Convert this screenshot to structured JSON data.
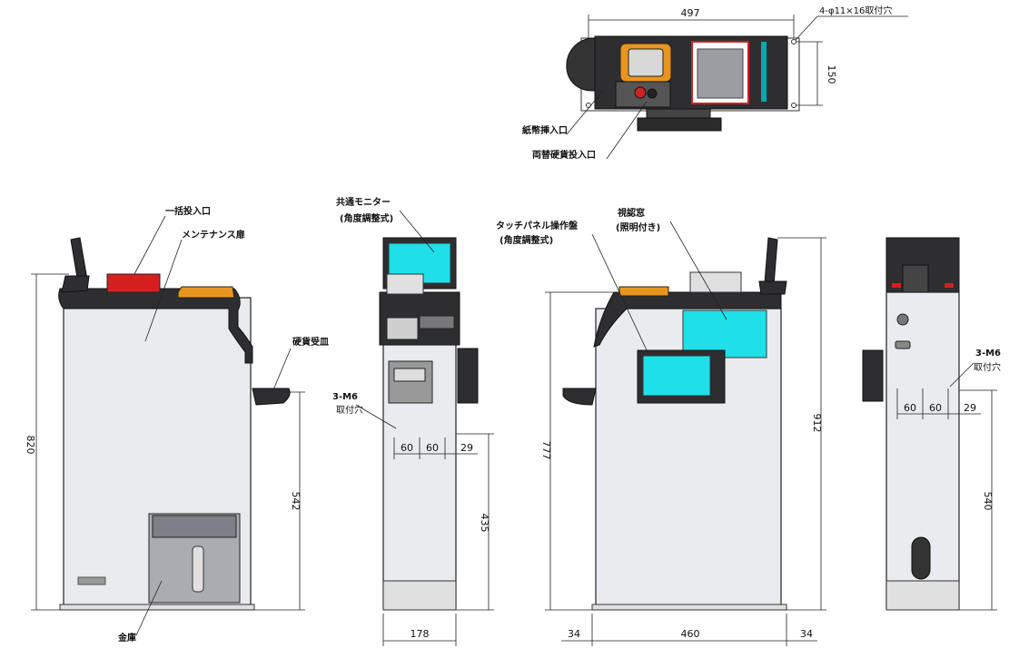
{
  "top_view": {
    "width_dim": "497",
    "depth_dim": "150",
    "hole_note": "4-φ11×16取付穴",
    "label_bill": "紙幣挿入口",
    "label_coin": "両替硬貨投入口"
  },
  "front_view": {
    "label_coin_in": "一括投入口",
    "label_door": "メンテナンス扉",
    "label_coin_tray": "硬貨受皿",
    "label_safe": "金庫",
    "height_total": "820",
    "height_tray": "542"
  },
  "side_view_left": {
    "label_monitor": "共通モニター",
    "label_monitor_sub": "(角度調整式)",
    "screw_note": "3-M6",
    "screw_note_sub": "取付穴",
    "dim_a": "60",
    "dim_b": "60",
    "dim_c": "29",
    "height_holes": "435",
    "width": "178"
  },
  "rear_view": {
    "label_touch": "タッチパネル操作盤",
    "label_touch_sub": "(角度調整式)",
    "label_window": "視認窓",
    "label_window_sub": "(照明付き)",
    "height_body": "777",
    "height_total": "912",
    "width_left_offset": "34",
    "width_main": "460",
    "width_right_offset": "34"
  },
  "side_view_right": {
    "screw_note": "3-M6",
    "screw_note_sub": "取付穴",
    "dim_a": "60",
    "dim_b": "60",
    "dim_c": "29",
    "height_holes": "540"
  }
}
